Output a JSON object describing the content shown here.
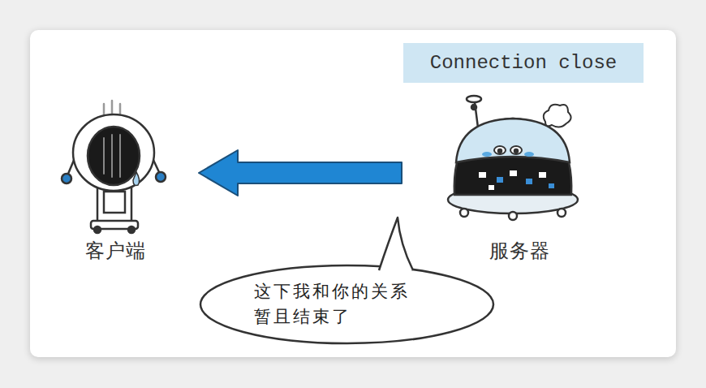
{
  "diagram": {
    "nodes": [
      {
        "text": [
          "Connection close"
        ]
      },
      {
        "text": [
          "客户端"
        ]
      },
      {
        "text": [
          "服务器"
        ]
      },
      {
        "text": [
          "这下我和你的关系 暂且结束了"
        ]
      }
    ],
    "edges": [
      {
        "from": 2,
        "to": 1,
        "arrow": "to"
      }
    ]
  }
}
